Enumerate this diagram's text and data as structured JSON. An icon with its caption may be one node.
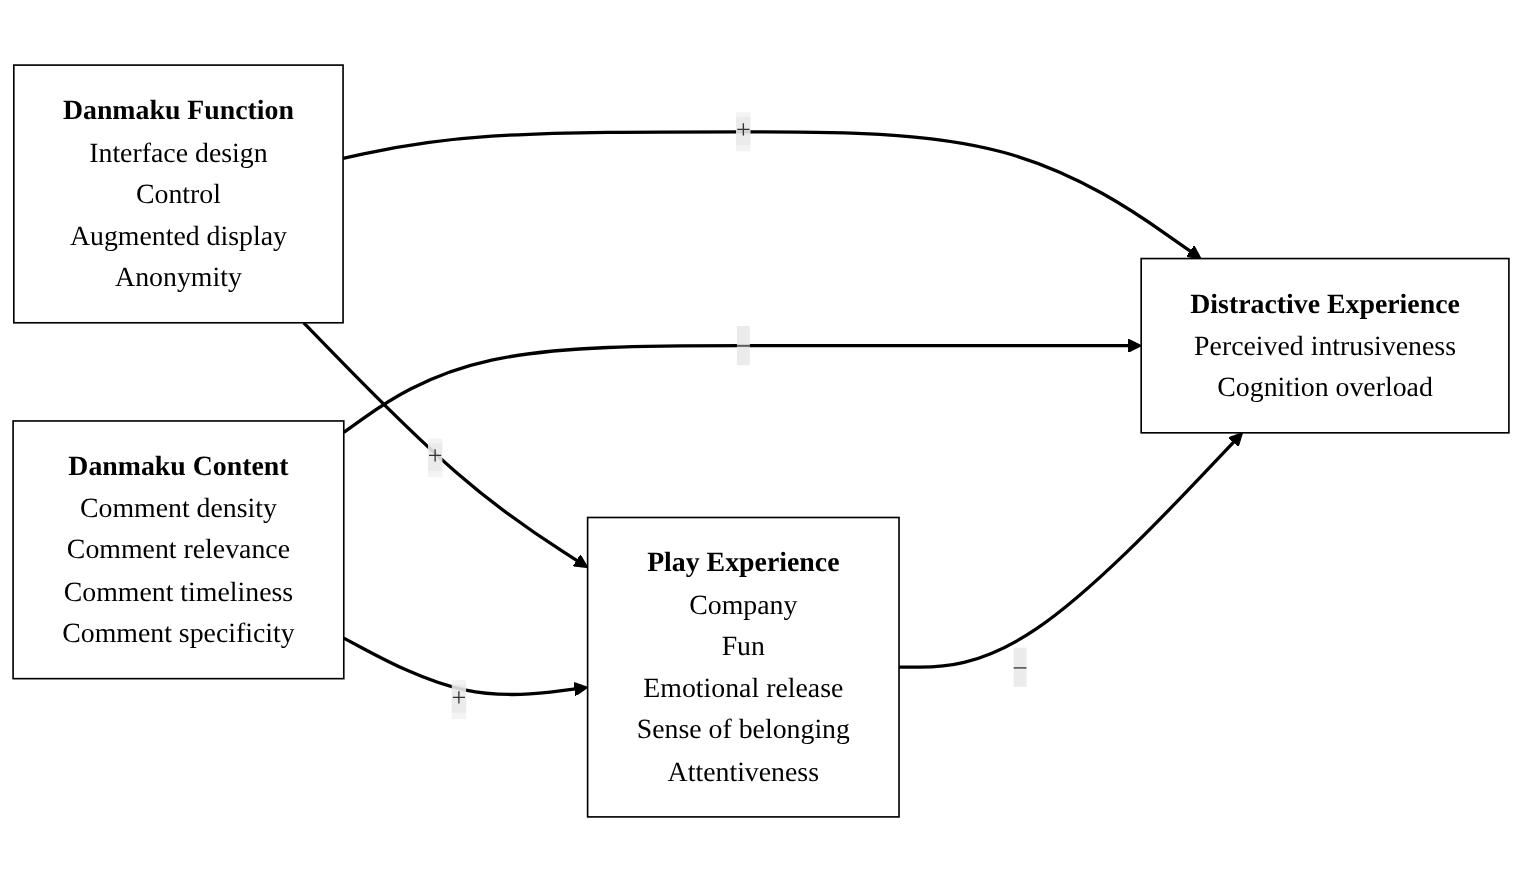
{
  "diagram": {
    "nodes": [
      {
        "text": [
          "Danmaku Function",
          "Interface design",
          "Control",
          "Augmented display",
          "Anonymity"
        ]
      },
      {
        "text": [
          "Play Experience",
          "Company",
          "Fun",
          "Emotional release",
          "Sense of belonging",
          "Attentiveness"
        ]
      },
      {
        "text": [
          "Danmaku Content",
          "Comment density",
          "Comment relevance",
          "Comment timeliness",
          "Comment specificity"
        ]
      },
      {
        "text": [
          "Distractive Experience",
          "Perceived intrusiveness",
          "Cognition overload"
        ]
      }
    ],
    "edges": [
      {
        "from": 0,
        "to": 1,
        "arrow": "to",
        "label": "+"
      },
      {
        "from": 0,
        "to": 3,
        "arrow": "to",
        "label": "+"
      },
      {
        "from": 2,
        "to": 1,
        "arrow": "to",
        "label": "+"
      },
      {
        "from": 2,
        "to": 3,
        "arrow": "to",
        "label": "–"
      },
      {
        "from": 1,
        "to": 3,
        "arrow": "to",
        "label": "–"
      }
    ]
  }
}
